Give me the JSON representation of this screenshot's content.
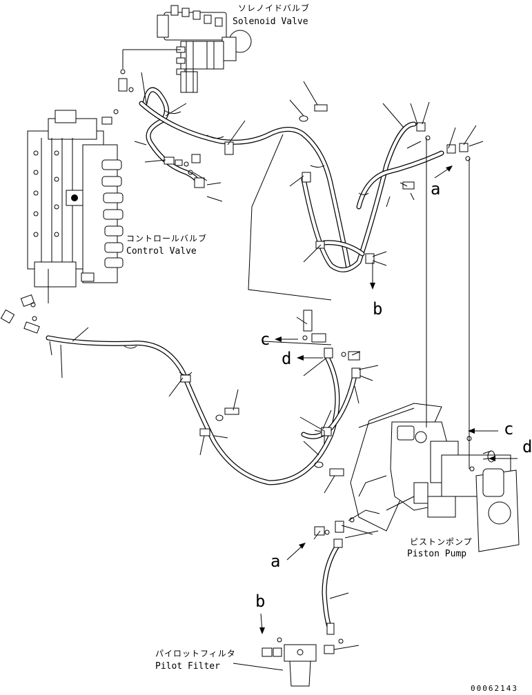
{
  "labels": {
    "solenoid_jp": "ソレノイドバルブ",
    "solenoid_en": "Solenoid Valve",
    "control_jp": "コントロールバルブ",
    "control_en": "Control Valve",
    "pump_jp": "ピストンポンプ",
    "pump_en": "Piston Pump",
    "filter_jp": "パイロットフィルタ",
    "filter_en": "Pilot Filter"
  },
  "callouts": {
    "a1": "a",
    "a2": "a",
    "b1": "b",
    "b2": "b",
    "c1": "c",
    "c2": "c",
    "d1": "d",
    "d2": "d"
  },
  "drawing_number": "00062143"
}
